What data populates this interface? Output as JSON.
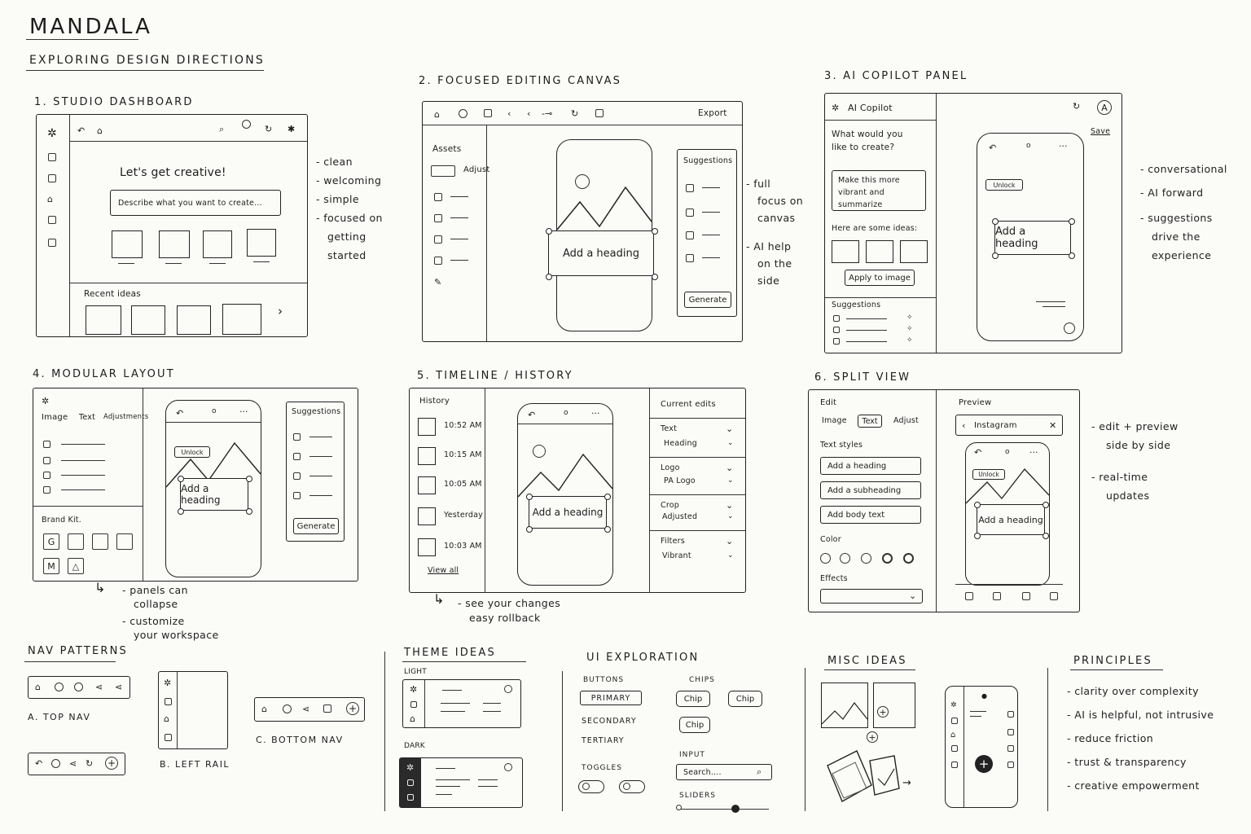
{
  "title": "MANDALA",
  "subtitle": "Exploring design directions",
  "sections": {
    "s1": {
      "title": "1.  Studio dashboard",
      "greeting": "Let's get creative!",
      "prompt_placeholder": "Describe what you want to create...",
      "recent_label": "Recent ideas",
      "notes": [
        "- clean",
        "- welcoming",
        "- simple",
        "- focused on",
        "getting",
        "started"
      ]
    },
    "s2": {
      "title": "2.  Focused editing canvas",
      "export": "Export",
      "assets": "Assets",
      "adjust": "Adjust",
      "suggestions": "Suggestions",
      "heading": "Add a heading",
      "generate": "Generate",
      "notes": [
        "- full",
        "focus on",
        "canvas",
        "- AI help",
        "on the",
        "side"
      ]
    },
    "s3": {
      "title": "3.  AI copilot panel",
      "copilot": "AI Copilot",
      "question": "What would you like to create?",
      "request": "Make this more vibrant and summarize",
      "ideas": "Here are some ideas:",
      "apply": "Apply to image",
      "suggestions": "Suggestions",
      "save": "Save",
      "unlock": "Unlock",
      "heading": "Add a heading",
      "avatar": "A",
      "notes": [
        "- conversational",
        "- AI forward",
        "- suggestions",
        "drive the",
        "experience"
      ]
    },
    "s4": {
      "title": "4.  Modular layout",
      "tabs": [
        "Image",
        "Text",
        "Adjustments"
      ],
      "brand_kit": "Brand Kit.",
      "suggestions": "Suggestions",
      "generate": "Generate",
      "unlock": "Unlock",
      "heading": "Add a heading",
      "brand_letters": [
        "G",
        "M"
      ],
      "notes": [
        "- panels can",
        "collapse",
        "- customize",
        "your workspace"
      ]
    },
    "s5": {
      "title": "5.  Timeline / History",
      "history": "History",
      "times": [
        "10:52 AM",
        "10:15 AM",
        "10:05 AM",
        "Yesterday",
        "10:03 AM"
      ],
      "view_all": "View all",
      "current_edits": "Current edits",
      "edits": [
        {
          "label": "Text",
          "value": "Heading"
        },
        {
          "label": "Logo",
          "value": "PA Logo"
        },
        {
          "label": "Crop",
          "value": "Adjusted"
        },
        {
          "label": "Filters",
          "value": "Vibrant"
        }
      ],
      "heading": "Add a heading",
      "notes": [
        "- see your changes",
        "easy rollback"
      ]
    },
    "s6": {
      "title": "6.  Split view",
      "edit": "Edit",
      "tabs": [
        "Image",
        "Text",
        "Adjust"
      ],
      "text_styles": "Text styles",
      "styles": [
        "Add a heading",
        "Add a subheading",
        "Add body text"
      ],
      "color": "Color",
      "effects": "Effects",
      "preview": "Preview",
      "instagram": "Instagram",
      "unlock": "Unlock",
      "heading": "Add a heading",
      "notes": [
        "- edit + preview",
        "side by side",
        "- real-time",
        "updates"
      ]
    },
    "nav": {
      "title": "Nav patterns",
      "top": "A.  Top nav",
      "rail": "B.  Left rail",
      "bottom": "C.  Bottom nav"
    },
    "theme": {
      "title": "Theme ideas",
      "light": "LIGHT",
      "dark": "DARK"
    },
    "ui": {
      "title": "UI exploration",
      "buttons": "BUTTONS",
      "primary": "PRIMARY",
      "secondary": "SECONDARY",
      "tertiary": "TERTIARY",
      "chips": "CHIPS",
      "chip": "Chip",
      "toggles": "TOGGLES",
      "input": "INPUT",
      "search_placeholder": "Search....",
      "sliders": "SLIDERS"
    },
    "misc": {
      "title": "Misc ideas"
    },
    "principles": {
      "title": "Principles",
      "items": [
        "- clarity over complexity",
        "- AI is helpful, not intrusive",
        "- reduce friction",
        "- trust & transparency",
        "- creative empowerment"
      ]
    }
  },
  "icons": [
    "sparkle-icon",
    "undo-icon",
    "home-icon",
    "search-icon",
    "settings-icon",
    "share-icon",
    "download-icon",
    "pencil-icon",
    "chevron-right-icon",
    "chevron-down-icon",
    "plus-icon",
    "close-icon",
    "lock-icon",
    "more-icon",
    "image-icon"
  ],
  "colors": {
    "ink": "#222222",
    "paper": "#fbfbf8",
    "dark_panel": "#2a2a2a"
  }
}
